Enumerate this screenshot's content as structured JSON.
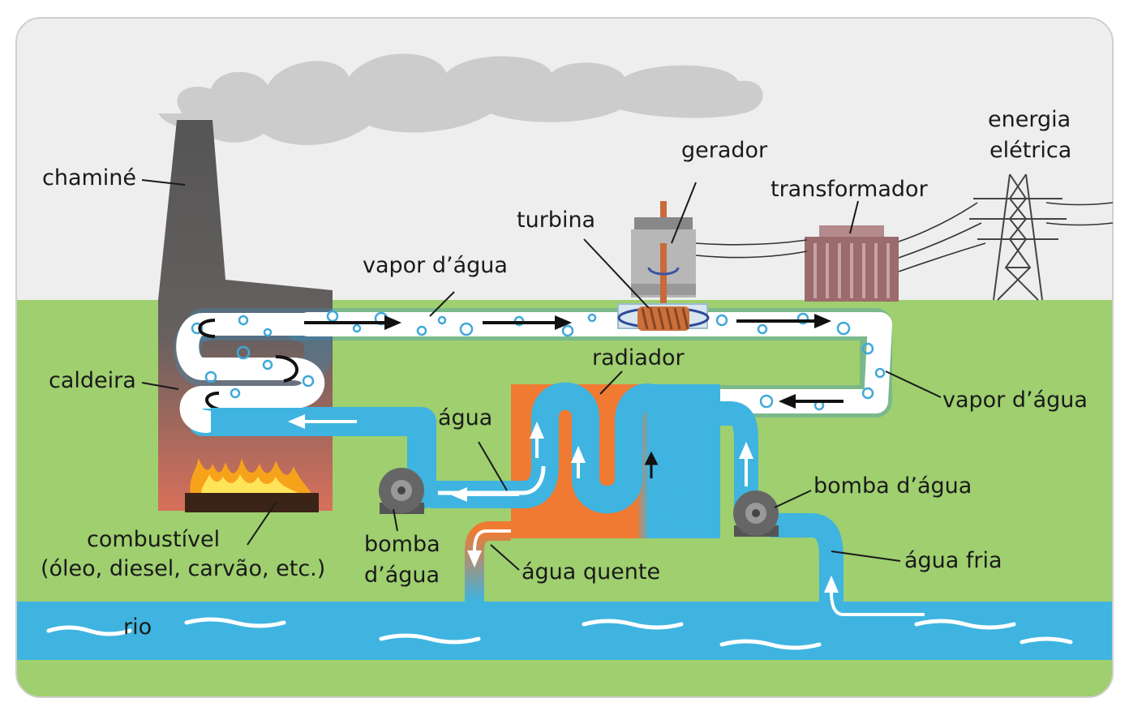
{
  "labels": {
    "chimney": "chaminé",
    "generator": "gerador",
    "electric_energy_1": "energia",
    "electric_energy_2": "elétrica",
    "transformer": "transformador",
    "turbine": "turbina",
    "steam_top": "vapor d’água",
    "radiator": "radiador",
    "boiler": "caldeira",
    "steam_right": "vapor d’água",
    "water": "água",
    "pump_right": "bomba d’água",
    "fuel_1": "combustível",
    "fuel_2": "(óleo, diesel, carvão, etc.)",
    "pump_left_1": "bomba",
    "pump_left_2": "d’água",
    "hot_water": "água quente",
    "cold_water": "água fria",
    "river": "rio"
  },
  "colors": {
    "sky": "#eeeeee",
    "grass": "#9fcf6f",
    "river": "#3fb4e0",
    "chimney": "#5a5a5a",
    "pipe_water": "#3fb4e0",
    "radiator_hot": "#f07a32",
    "fire": "#f7a21b",
    "transformer": "#9b6b6e",
    "smoke": "#cccccc"
  }
}
